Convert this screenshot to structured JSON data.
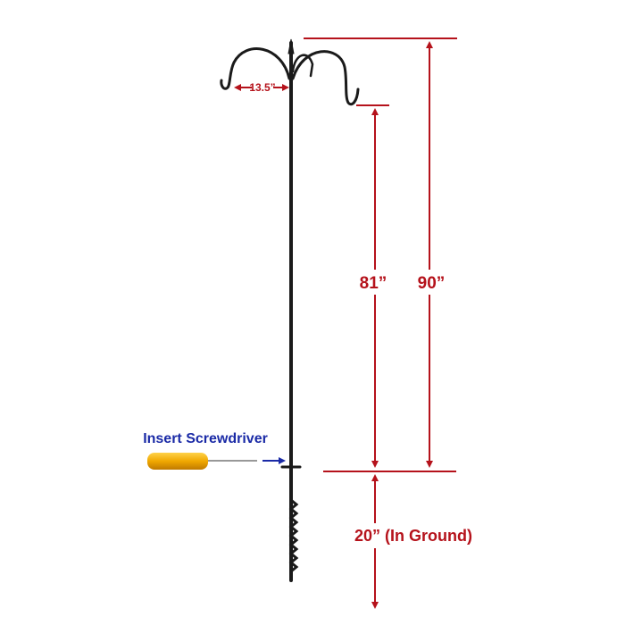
{
  "dimensions": {
    "hook_spacing": "13.5”",
    "hook_height": "81”",
    "total_height": "90”",
    "ground_depth": "20” (In Ground)"
  },
  "instruction": "Insert Screwdriver",
  "colors": {
    "dimension": "#b5121b",
    "instruction": "#1a2aa6",
    "pole": "#1a1a1a",
    "handle": "#f0a800"
  }
}
